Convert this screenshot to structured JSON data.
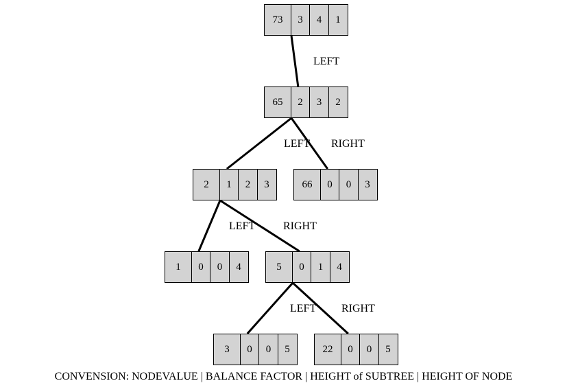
{
  "nodes": [
    {
      "id": "n73",
      "values": [
        "73",
        "3",
        "4",
        "1"
      ]
    },
    {
      "id": "n65",
      "values": [
        "65",
        "2",
        "3",
        "2"
      ]
    },
    {
      "id": "n2",
      "values": [
        "2",
        "1",
        "2",
        "3"
      ]
    },
    {
      "id": "n66",
      "values": [
        "66",
        "0",
        "0",
        "3"
      ]
    },
    {
      "id": "n1",
      "values": [
        "1",
        "0",
        "0",
        "4"
      ]
    },
    {
      "id": "n5",
      "values": [
        "5",
        "0",
        "1",
        "4"
      ]
    },
    {
      "id": "n3",
      "values": [
        "3",
        "0",
        "0",
        "5"
      ]
    },
    {
      "id": "n22",
      "values": [
        "22",
        "0",
        "0",
        "5"
      ]
    }
  ],
  "edges": [
    {
      "from": "n73",
      "to": "n65",
      "label": "LEFT"
    },
    {
      "from": "n65",
      "to": "n2",
      "label": "LEFT"
    },
    {
      "from": "n65",
      "to": "n66",
      "label": "RIGHT"
    },
    {
      "from": "n2",
      "to": "n1",
      "label": "LEFT"
    },
    {
      "from": "n2",
      "to": "n5",
      "label": "RIGHT"
    },
    {
      "from": "n5",
      "to": "n3",
      "label": "LEFT"
    },
    {
      "from": "n5",
      "to": "n22",
      "label": "RIGHT"
    }
  ],
  "caption": "CONVENSION: NODEVALUE | BALANCE FACTOR | HEIGHT of SUBTREE | HEIGHT OF NODE"
}
